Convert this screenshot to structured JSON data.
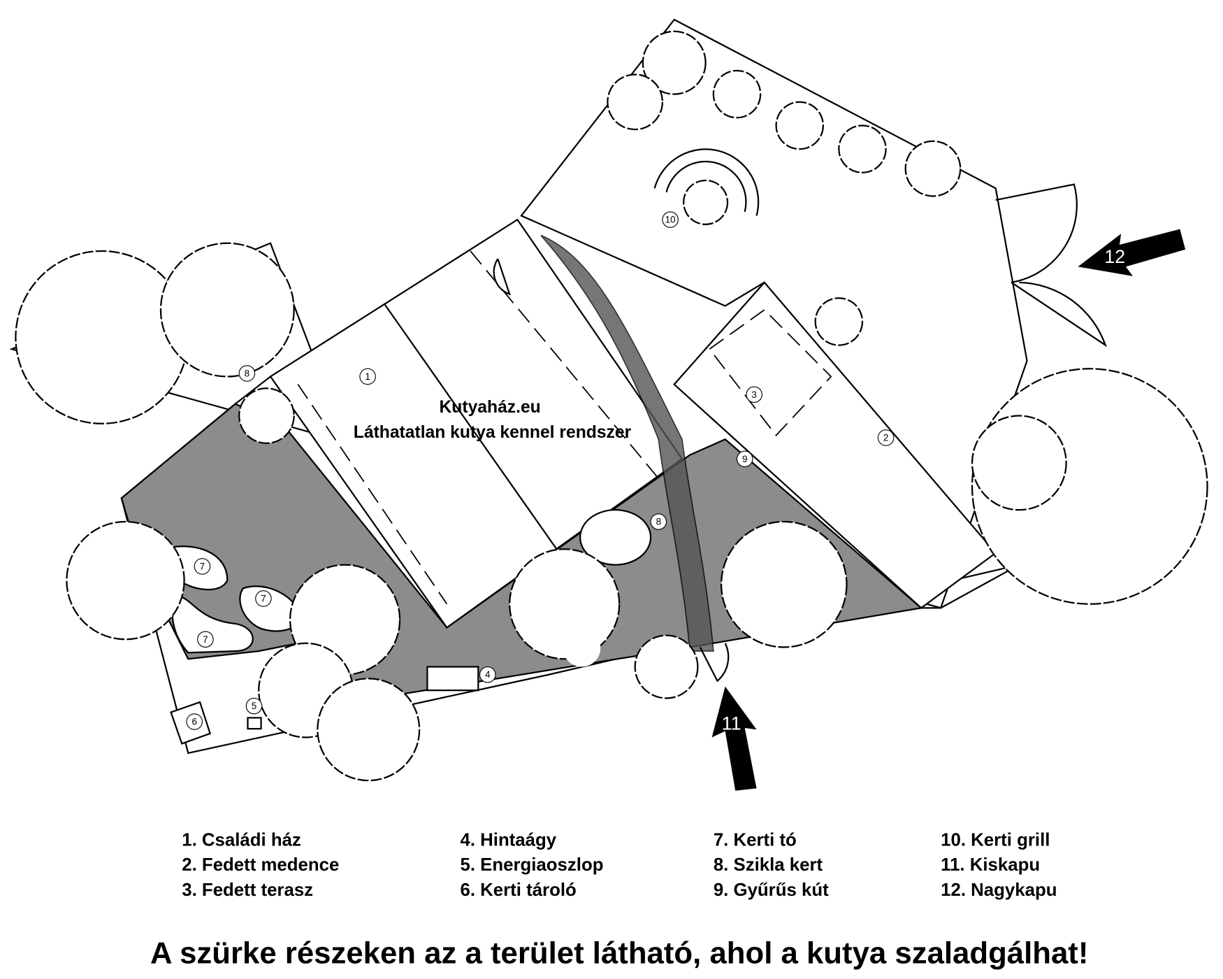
{
  "plan": {
    "watermark_line1": "Kutyaház.eu",
    "watermark_line2": "Láthatatlan kutya kennel rendszer",
    "markers": [
      "1",
      "2",
      "3",
      "4",
      "5",
      "6",
      "7",
      "8",
      "9",
      "10"
    ],
    "arrow_small_gate": "11",
    "arrow_large_gate": "12",
    "dog_area_color": "#8c8c8c"
  },
  "legend": {
    "col1": [
      "1. Családi ház",
      "2. Fedett medence",
      "3. Fedett terasz"
    ],
    "col2": [
      "4. Hintaágy",
      "5. Energiaoszlop",
      "6. Kerti tároló"
    ],
    "col3": [
      "7. Kerti tó",
      "8. Szikla kert",
      "9. Gyűrűs kút"
    ],
    "col4": [
      "10. Kerti grill",
      "11. Kiskapu",
      "12. Nagykapu"
    ]
  },
  "footer": "A szürke részeken az a terület látható, ahol a kutya szaladgálhat!"
}
